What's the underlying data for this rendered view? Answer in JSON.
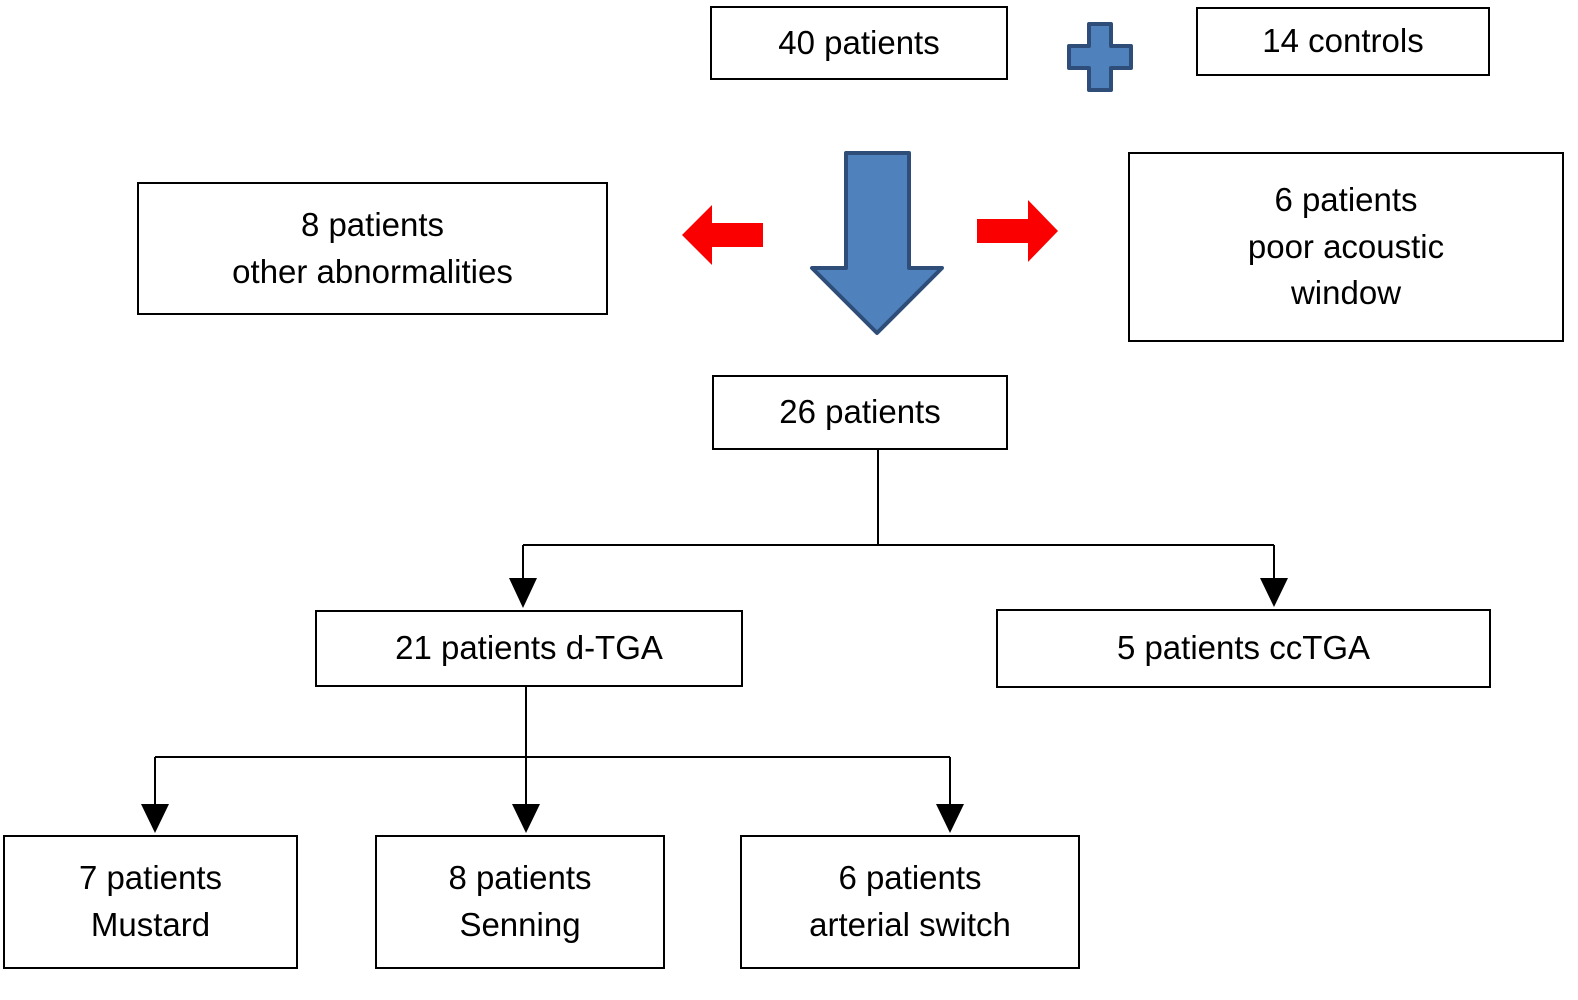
{
  "diagram": {
    "nodes": {
      "total": {
        "lines": [
          "40 patients"
        ]
      },
      "controls": {
        "lines": [
          "14 controls"
        ]
      },
      "excluded_other": {
        "lines": [
          "8 patients",
          "other abnormalities"
        ]
      },
      "excluded_acoustic": {
        "lines": [
          "6 patients",
          "poor acoustic",
          "window"
        ]
      },
      "included": {
        "lines": [
          "26 patients"
        ]
      },
      "dtga": {
        "lines": [
          "21 patients d-TGA"
        ]
      },
      "cctga": {
        "lines": [
          "5 patients ccTGA"
        ]
      },
      "mustard": {
        "lines": [
          "7 patients",
          "Mustard"
        ]
      },
      "senning": {
        "lines": [
          "8 patients",
          "Senning"
        ]
      },
      "arterial_switch": {
        "lines": [
          "6 patients",
          "arterial switch"
        ]
      }
    },
    "colors": {
      "blue_fill": "#4f81bd",
      "blue_stroke": "#2e4e79",
      "red_fill": "#fb0000",
      "connector": "#000000",
      "box_border": "#000000",
      "box_fill": "#ffffff",
      "text": "#000000"
    }
  }
}
